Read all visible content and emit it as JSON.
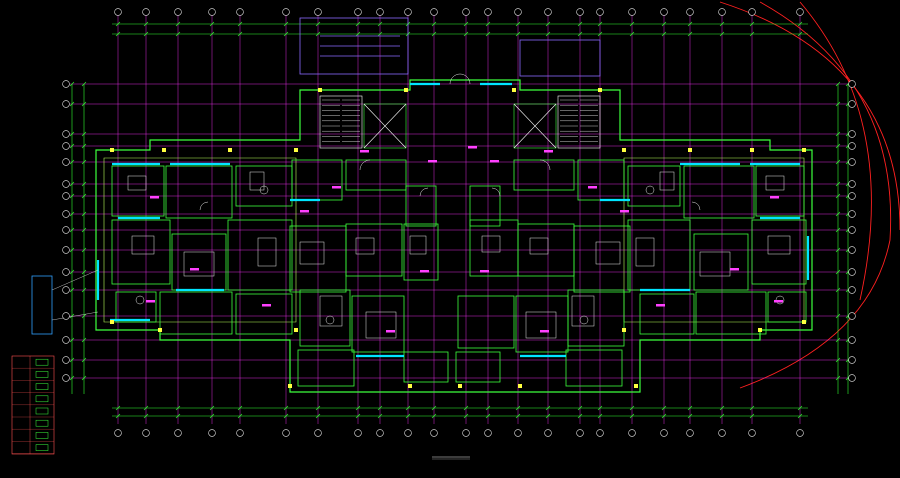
{
  "drawing": {
    "caption": "",
    "scale_note": "",
    "colors": {
      "background": "#000000",
      "wall": "#3cff3c",
      "axis": "#ff30ff",
      "dimension": "#30ff30",
      "window": "#00e5ff",
      "furniture": "#e8e8e8",
      "stair": "#ffffff",
      "column": "#ffff40",
      "site_arc": "#ff2020",
      "annotation": "#ff40ff",
      "accent_blue": "#6a6aff"
    },
    "legend_rows": [
      {
        "symbol": "wall-symbol",
        "label": ""
      },
      {
        "symbol": "window-symbol",
        "label": ""
      },
      {
        "symbol": "door-symbol",
        "label": ""
      },
      {
        "symbol": "column-symbol",
        "label": ""
      },
      {
        "symbol": "stair-symbol",
        "label": ""
      },
      {
        "symbol": "equipment-symbol",
        "label": ""
      },
      {
        "symbol": "drain-symbol",
        "label": ""
      },
      {
        "symbol": "vent-symbol",
        "label": ""
      }
    ]
  }
}
